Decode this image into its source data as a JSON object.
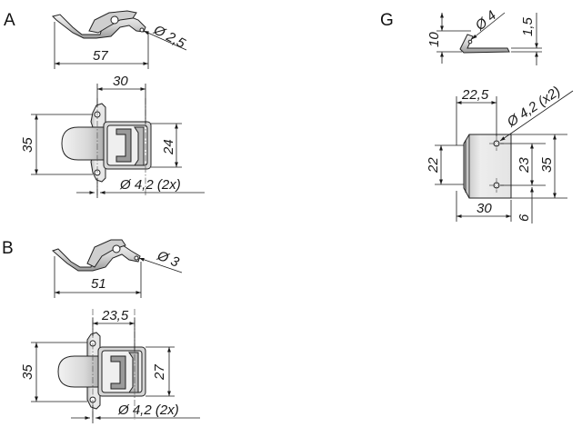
{
  "sections": {
    "a": "A",
    "b": "B",
    "g": "G"
  },
  "figure_a": {
    "side": {
      "length": "57",
      "hole_dia": "Ø 2,5"
    },
    "top": {
      "hole_spacing": "30",
      "height": "35",
      "inner_height": "24",
      "mount_holes": "Ø 4,2 (2x)"
    }
  },
  "figure_b": {
    "side": {
      "length": "51",
      "hole_dia": "Ø 3"
    },
    "top": {
      "hole_spacing": "23,5",
      "height": "35",
      "inner_height": "27",
      "mount_holes": "Ø 4,2 (2x)"
    }
  },
  "figure_g": {
    "side": {
      "height": "10",
      "hole_dia": "Ø 4",
      "thickness": "1,5"
    },
    "top": {
      "top_width": "22,5",
      "mount_holes": "Ø 4,2 (x2)",
      "left_height": "22",
      "hole_spacing": "23",
      "height": "35",
      "width": "30",
      "edge_offset": "6"
    }
  },
  "colors": {
    "line": "#1a1a1a",
    "metal_light": "#e6e6e6",
    "metal_mid": "#c4c4c4",
    "metal_dark": "#8a8a8a"
  }
}
